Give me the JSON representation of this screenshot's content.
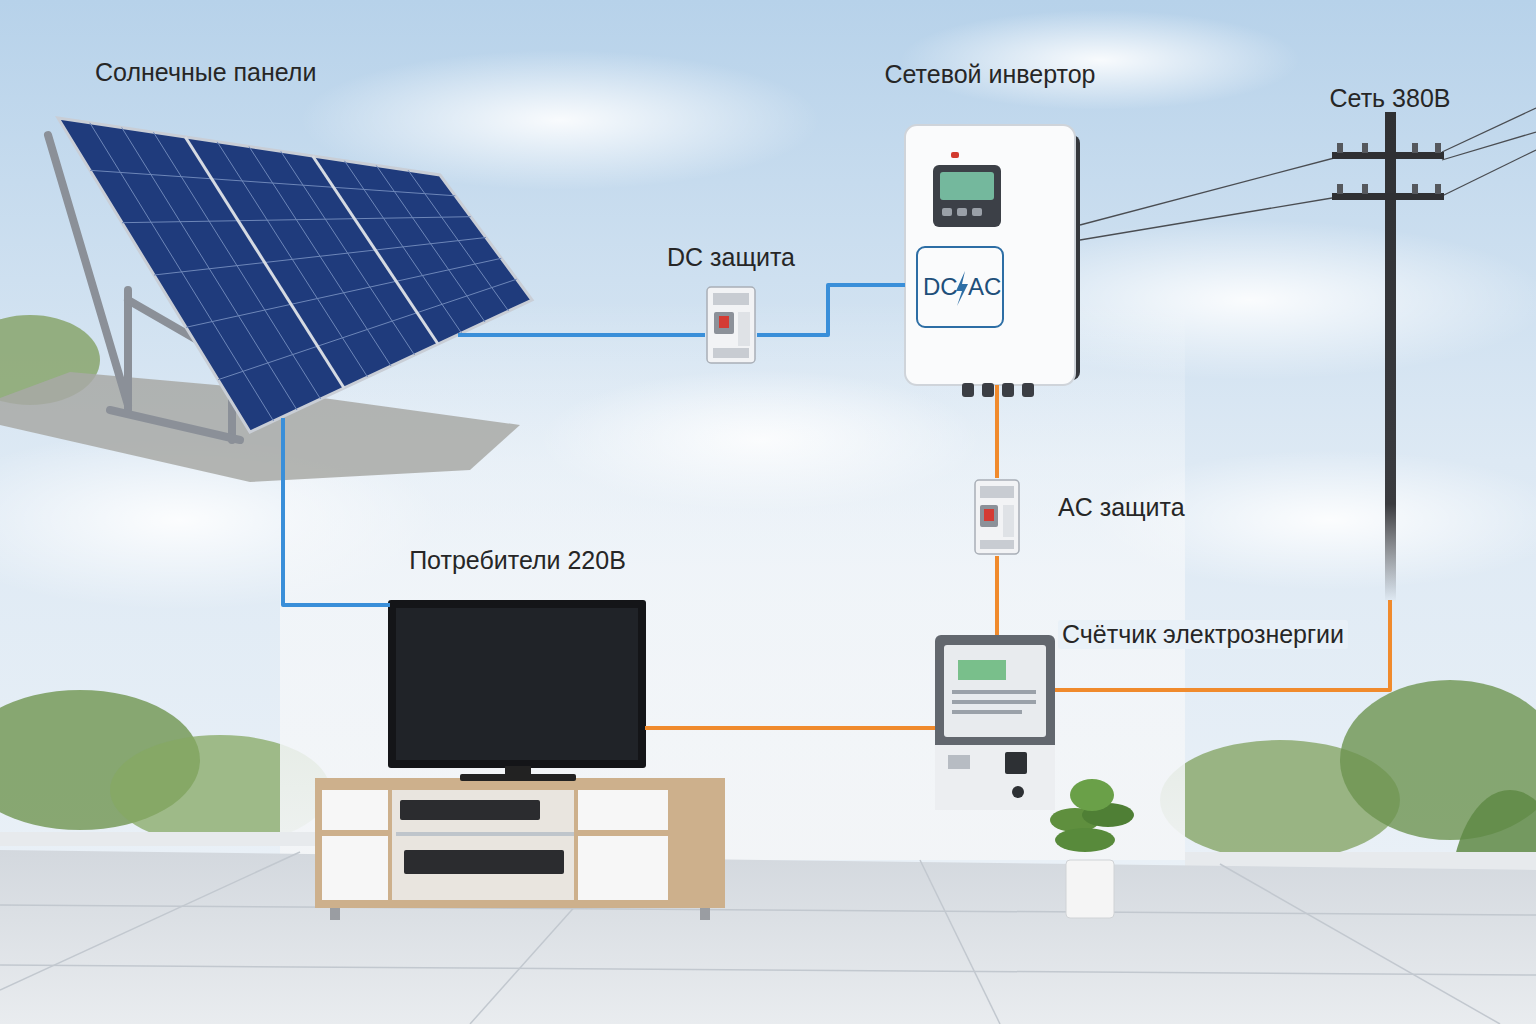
{
  "diagram": {
    "nodes": [
      {
        "text": [
          "Солнечные панели"
        ]
      },
      {
        "text": [
          "Сетевой инвертор",
          "DC",
          "AC"
        ]
      },
      {
        "text": [
          "Сеть 380В"
        ]
      },
      {
        "text": [
          "DC защита"
        ]
      },
      {
        "text": [
          "AC защита"
        ]
      },
      {
        "text": [
          "Потребители 220В"
        ]
      },
      {
        "text": [
          "Счётчик электрознергии"
        ]
      }
    ],
    "edges": [
      {
        "from": 0,
        "to": 3,
        "arrow": "none"
      },
      {
        "from": 3,
        "to": 1,
        "arrow": "none"
      },
      {
        "from": 1,
        "to": 4,
        "arrow": "none"
      },
      {
        "from": 4,
        "to": 6,
        "arrow": "none"
      },
      {
        "from": 6,
        "to": 2,
        "arrow": "none"
      },
      {
        "from": 5,
        "to": 6,
        "arrow": "none"
      },
      {
        "from": 0,
        "to": 5,
        "arrow": "none"
      }
    ]
  }
}
